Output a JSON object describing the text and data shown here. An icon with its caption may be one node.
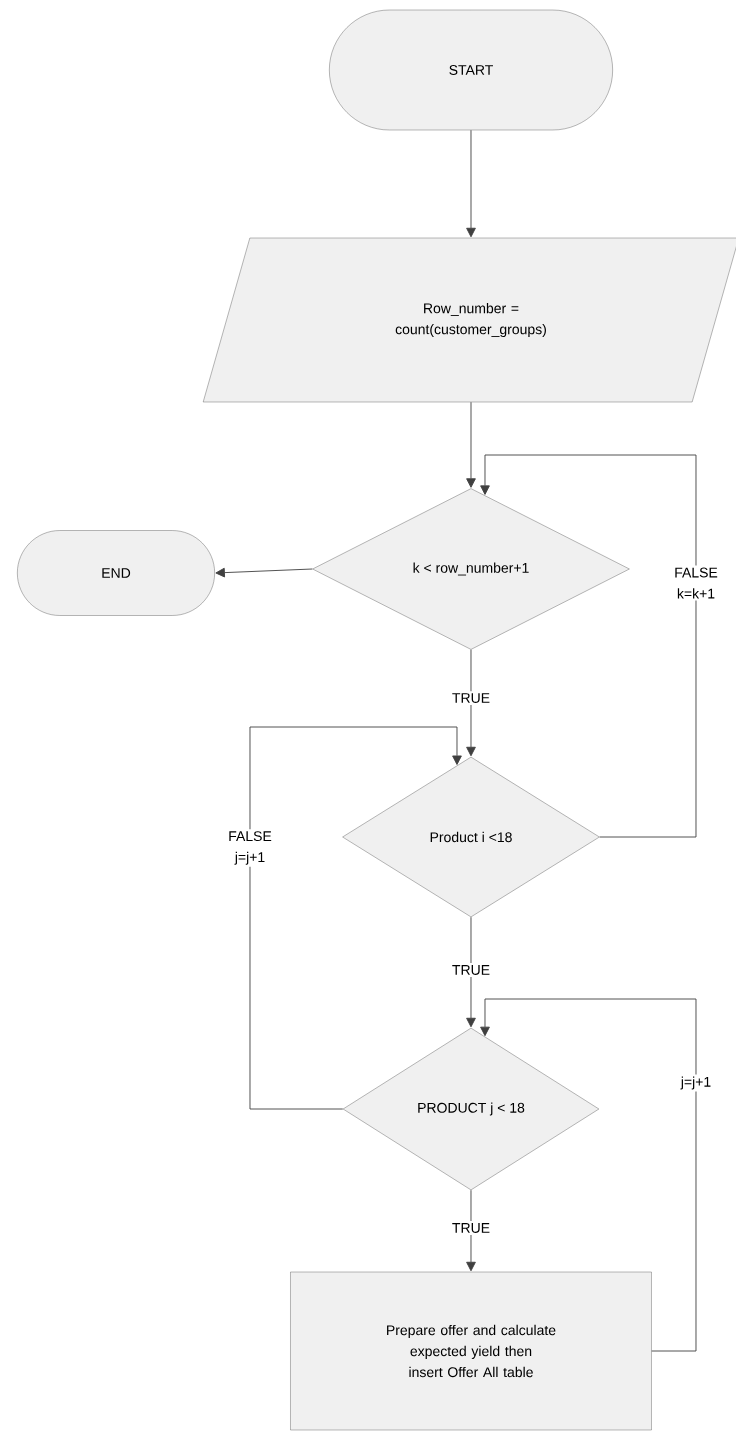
{
  "diagram": {
    "nodes": [
      {
        "text": [
          "START"
        ]
      },
      {
        "text": [
          "Row_number = count(customer_groups)"
        ]
      },
      {
        "text": [
          "k < row_number+1"
        ]
      },
      {
        "text": [
          "END"
        ]
      },
      {
        "text": [
          "Product i <18"
        ]
      },
      {
        "text": [
          "PRODUCT j < 18"
        ]
      },
      {
        "text": [
          "Prepare offer and calculate expected yield then insert Offer All table"
        ]
      }
    ],
    "edges": [
      {
        "from": 0,
        "to": 1,
        "arrow": "to"
      },
      {
        "from": 1,
        "to": 2,
        "arrow": "to"
      },
      {
        "from": 2,
        "to": 3,
        "arrow": "to"
      },
      {
        "from": 2,
        "to": 4,
        "arrow": "to",
        "label": "TRUE"
      },
      {
        "from": 4,
        "to": 2,
        "arrow": "to",
        "label": "FALSE k=k+1"
      },
      {
        "from": 4,
        "to": 5,
        "arrow": "to",
        "label": "TRUE"
      },
      {
        "from": 5,
        "to": 4,
        "arrow": "to",
        "label": "FALSE j=j+1"
      },
      {
        "from": 5,
        "to": 6,
        "arrow": "to",
        "label": "TRUE"
      },
      {
        "from": 6,
        "to": 5,
        "arrow": "to",
        "label": "j=j+1"
      }
    ]
  }
}
